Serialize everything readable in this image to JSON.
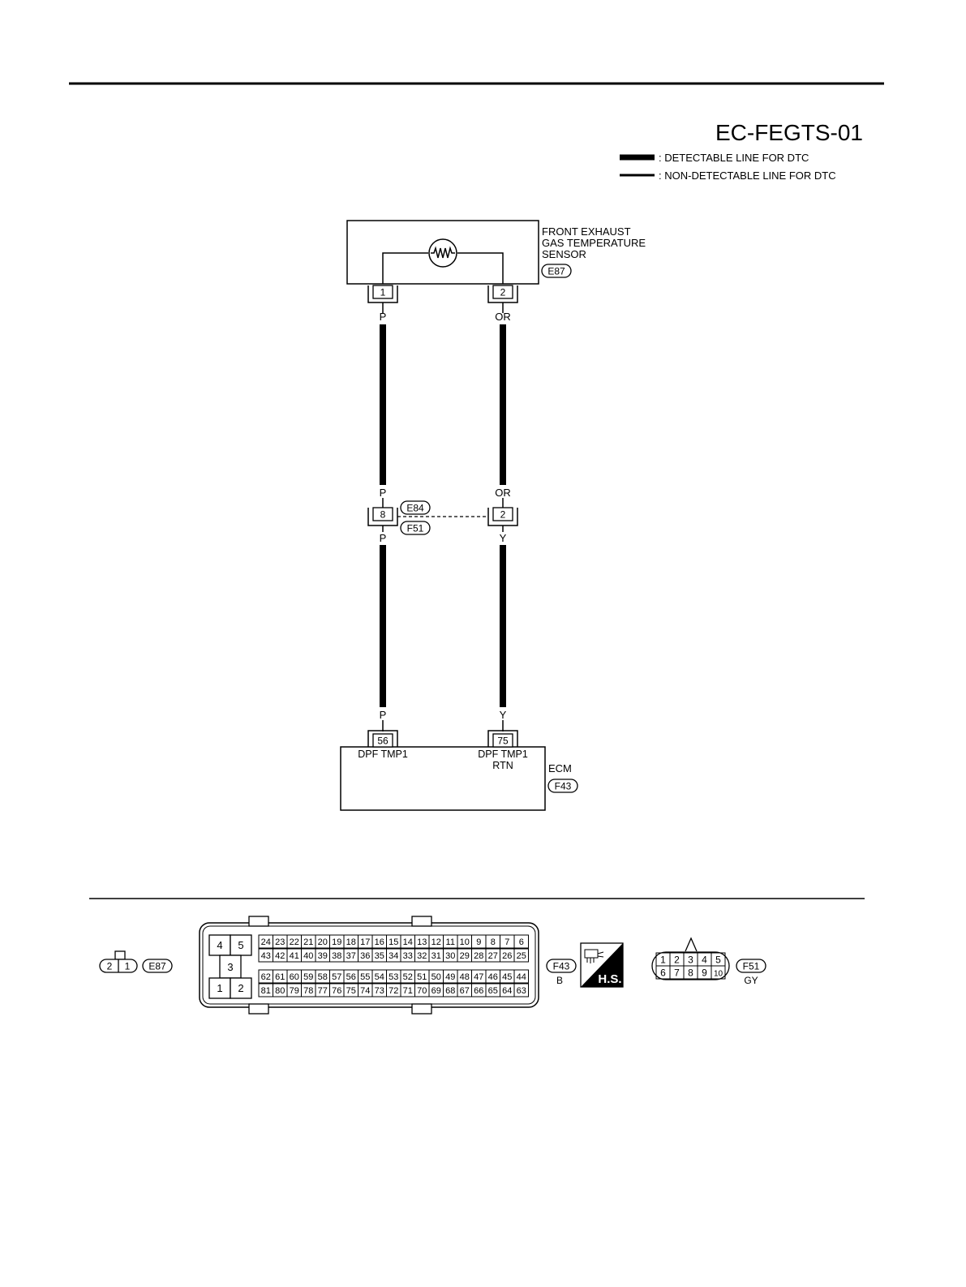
{
  "title": "EC-FEGTS-01",
  "legend": {
    "detectable": ": DETECTABLE LINE FOR DTC",
    "non_detectable": ": NON-DETECTABLE LINE FOR DTC"
  },
  "sensor": {
    "name_line1": "FRONT EXHAUST",
    "name_line2": "GAS TEMPERATURE",
    "name_line3": "SENSOR",
    "connector": "E87",
    "pin1": "1",
    "pin2": "2",
    "symbol": "thermistor-icon"
  },
  "wires": {
    "left_top": "P",
    "right_top": "OR",
    "left_mid_upper": "P",
    "right_mid_upper": "OR",
    "left_mid_lower": "P",
    "right_mid_lower": "Y",
    "left_bottom": "P",
    "right_bottom": "Y"
  },
  "joint": {
    "connector_upper": "E84",
    "connector_lower": "F51",
    "pin_left": "8",
    "pin_right": "2"
  },
  "ecm": {
    "name": "ECM",
    "connector": "F43",
    "pin_left": "56",
    "pin_right": "75",
    "label_left": "DPF TMP1",
    "label_right_line1": "DPF TMP1",
    "label_right_line2": "RTN"
  },
  "connector_views": {
    "e87": {
      "pins": [
        "2",
        "1"
      ],
      "label": "E87"
    },
    "f43": {
      "label": "F43",
      "color": "B",
      "power_pins": [
        "4",
        "5",
        "3",
        "1",
        "2"
      ],
      "row1": [
        "24",
        "23",
        "22",
        "21",
        "20",
        "19",
        "18",
        "17",
        "16",
        "15",
        "14",
        "13",
        "12",
        "11",
        "10",
        "9",
        "8",
        "7",
        "6"
      ],
      "row2": [
        "43",
        "42",
        "41",
        "40",
        "39",
        "38",
        "37",
        "36",
        "35",
        "34",
        "33",
        "32",
        "31",
        "30",
        "29",
        "28",
        "27",
        "26",
        "25"
      ],
      "row3": [
        "62",
        "61",
        "60",
        "59",
        "58",
        "57",
        "56",
        "55",
        "54",
        "53",
        "52",
        "51",
        "50",
        "49",
        "48",
        "47",
        "46",
        "45",
        "44"
      ],
      "row4": [
        "81",
        "80",
        "79",
        "78",
        "77",
        "76",
        "75",
        "74",
        "73",
        "72",
        "71",
        "70",
        "69",
        "68",
        "67",
        "66",
        "65",
        "64",
        "63"
      ]
    },
    "hs_badge": "H.S.",
    "f51": {
      "label": "F51",
      "color": "GY",
      "top": [
        "1",
        "2",
        "3",
        "4",
        "5"
      ],
      "bottom": [
        "6",
        "7",
        "8",
        "9",
        "10"
      ]
    }
  }
}
